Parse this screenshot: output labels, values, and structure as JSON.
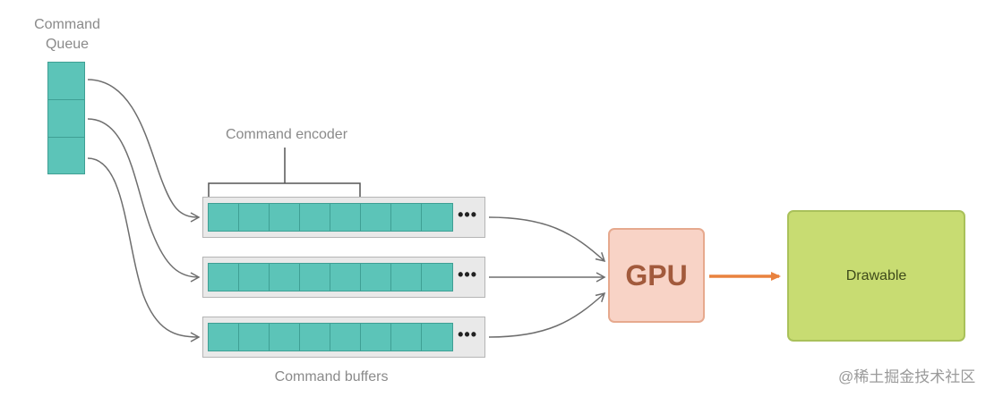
{
  "labels": {
    "command_queue_line1": "Command",
    "command_queue_line2": "Queue",
    "command_encoder": "Command encoder",
    "command_buffers": "Command buffers",
    "gpu": "GPU",
    "drawable": "Drawable",
    "ellipsis": "•••"
  },
  "watermark": "@稀土掘金技术社区",
  "structure": {
    "queue_slots": 3,
    "buffers": 3,
    "cells_per_buffer": 8,
    "encoder_spans_cells": 5
  },
  "colors": {
    "cell_fill": "#5cc4b8",
    "cell_border": "#3f9f94",
    "buffer_bg": "#e9e9e9",
    "gpu_fill": "#f8d3c6",
    "gpu_text": "#a25a3c",
    "drawable_fill": "#c8dc72",
    "arrow_gray": "#6e6e6e",
    "arrow_orange": "#e9823e"
  }
}
